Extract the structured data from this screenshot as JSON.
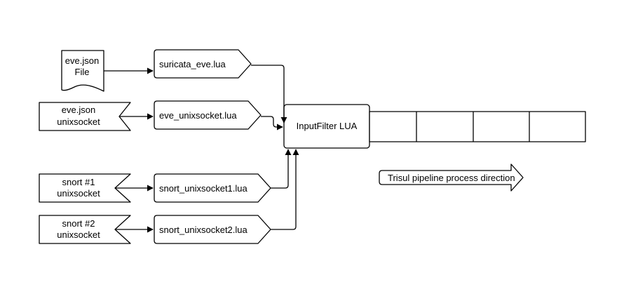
{
  "diagram": {
    "sources": {
      "eve_file": {
        "line1": "eve.json",
        "line2": "File"
      },
      "eve_socket": {
        "line1": "eve.json",
        "line2": "unixsocket"
      },
      "snort1_socket": {
        "line1": "snort #1",
        "line2": "unixsocket"
      },
      "snort2_socket": {
        "line1": "snort #2",
        "line2": "unixsocket"
      }
    },
    "scripts": {
      "suricata_eve": "suricata_eve.lua",
      "eve_unixsocket": "eve_unixsocket.lua",
      "snort_unixsocket1": "snort_unixsocket1.lua",
      "snort_unixsocket2": "snort_unixsocket2.lua"
    },
    "input_filter": "InputFilter LUA",
    "direction_label": "Trisul pipeline process direction"
  }
}
